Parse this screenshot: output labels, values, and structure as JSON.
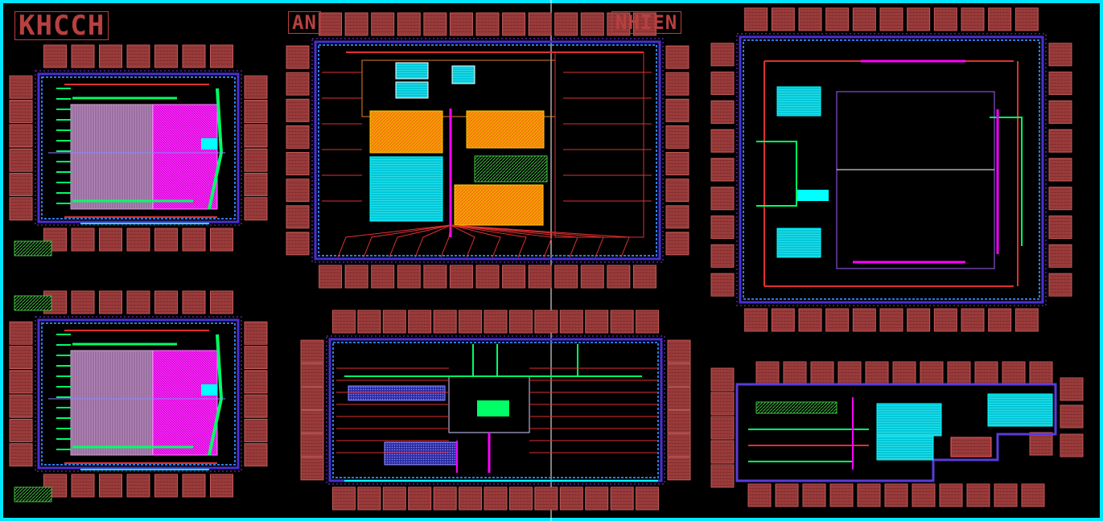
{
  "layout_labels": {
    "top_left": "KHCCH",
    "top_mid_left": "AN",
    "top_mid_right": "NHIEN"
  },
  "colors": {
    "border": "#00e5ff",
    "pad": "#8f3434",
    "ring": "#5a3bd8",
    "metal_magenta": "#ff00ff",
    "metal_green": "#00ff66",
    "metal_cyan": "#00ffff",
    "metal_red": "#e03030",
    "metal_yellow": "#ffcc00"
  },
  "chips": [
    {
      "id": "chip-top-left"
    },
    {
      "id": "chip-bottom-left"
    },
    {
      "id": "chip-top-center"
    },
    {
      "id": "chip-bottom-center"
    },
    {
      "id": "chip-top-right"
    },
    {
      "id": "chip-bottom-right"
    }
  ]
}
